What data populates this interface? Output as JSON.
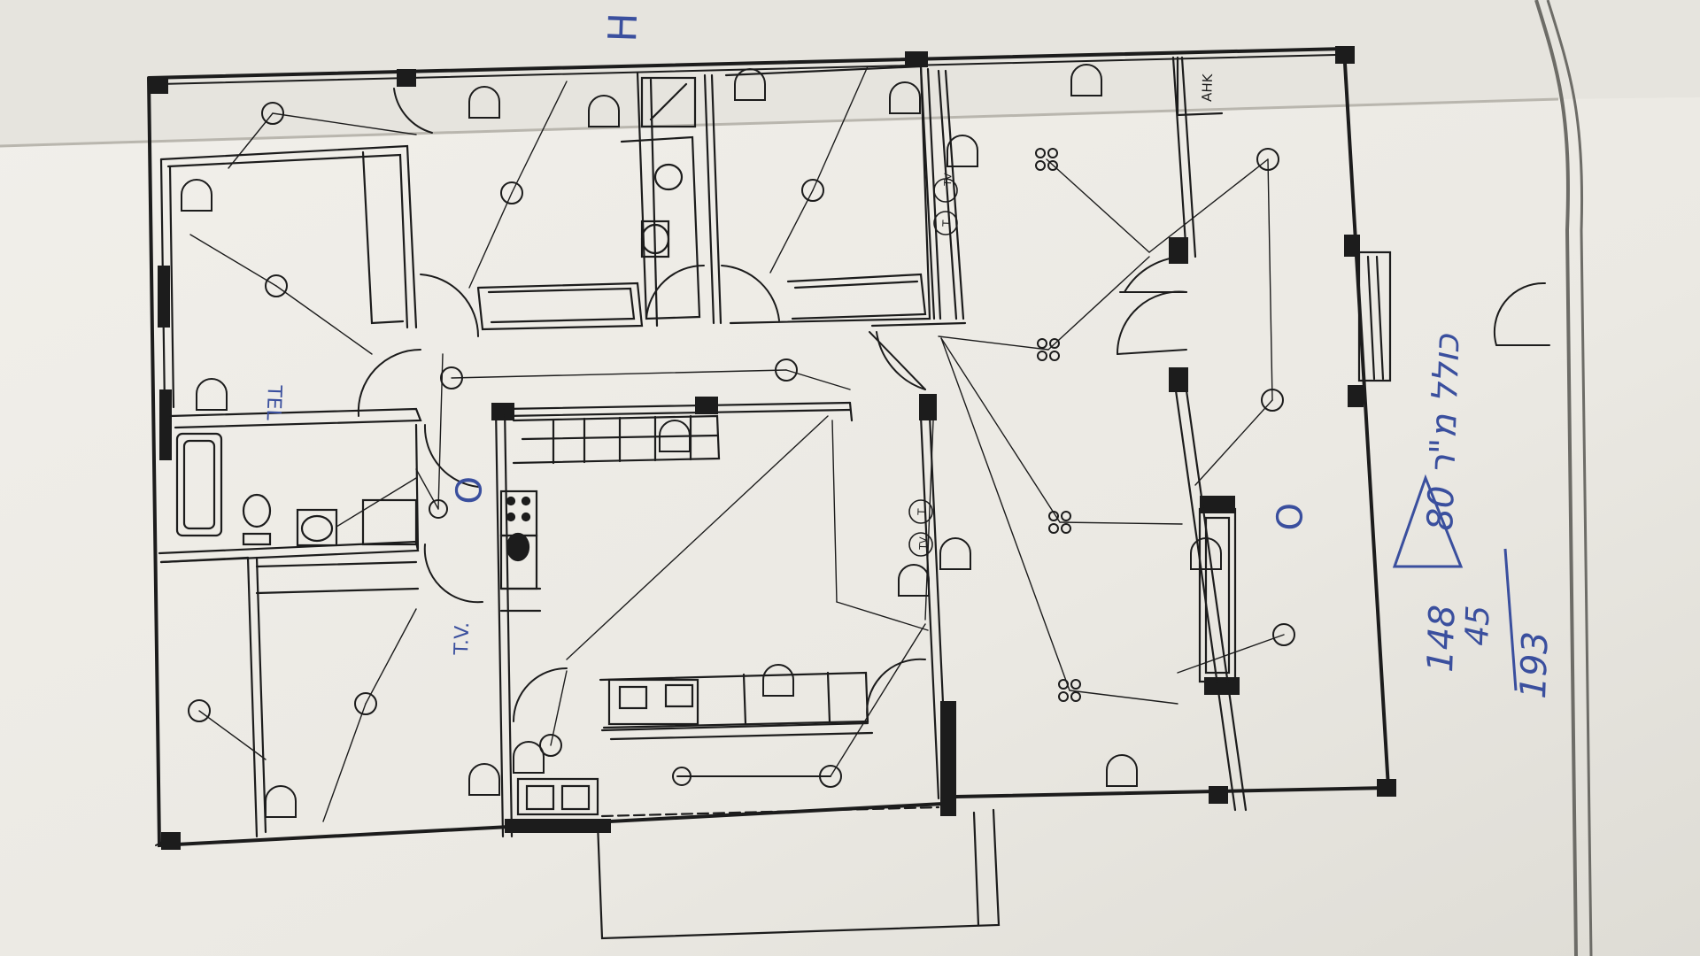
{
  "labels": {
    "ahk": "AHK",
    "tel": "TEL",
    "tv_left": "T.V.",
    "tv_outlet_1": "TV",
    "tv_outlet_2": "TV",
    "t_mark_1": "T",
    "t_mark_2": "T",
    "top_mark": "H"
  },
  "handwriting": {
    "numbers_top": "148",
    "numbers_middle": "45",
    "numbers_bottom": "193",
    "hebrew_note": "כולל מ\"ר 80",
    "circle_mark_1": "O",
    "circle_mark_2": "O"
  },
  "colors": {
    "paper": "#efede8",
    "paper_shadow": "#dcdad4",
    "ink": "#1c1c1c",
    "pen": "#3a4f9e"
  }
}
